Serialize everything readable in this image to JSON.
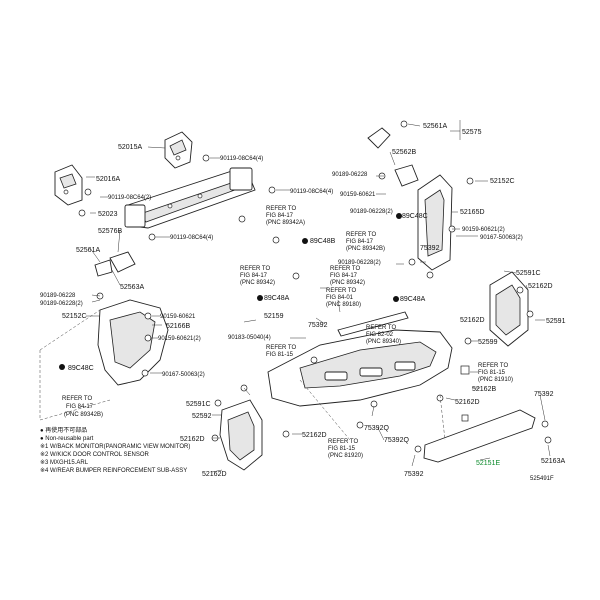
{
  "labels": {
    "l52015A": "52015A",
    "l90119_1": "90119-08C64(4)",
    "l52016A": "52016A",
    "l90119_2": "90119-08C64(2)",
    "l90119_3": "90119-08C64(4)",
    "l52023": "52023",
    "l90119_4": "90119-08C64(4)",
    "l52576B": "52576B",
    "l52561A_l": "52561A",
    "l52563A": "52563A",
    "l90189_l": "90189-06228",
    "l90189_l2": "90189-06228(2)",
    "l90159_l": "90159-60621",
    "l52166B": "52166B",
    "l52152C": "52152C",
    "l90159_l2": "90159-60621(2)",
    "l90167_l": "90167-50063(2)",
    "l89C48C_l": "89C48C",
    "l_ref84_17_l": "REFER TO",
    "l_ref84_17_l2": "FIG 84-17",
    "l_ref84_17_l3": "(PNC 89342B)",
    "l52561A_r": "52561A",
    "l52575": "52575",
    "l52562B": "52562B",
    "l90189_r": "90189-06228",
    "l90159_r": "90159-60621",
    "l52152C_r": "52152C",
    "l90189_r2": "90189-06228(2)",
    "l89C48C_r": "89C48C",
    "l52165D": "52165D",
    "l90159_r2": "90159-60621(2)",
    "l90167_r": "90167-50063(2)",
    "l75392_a": "75392",
    "l90189_r3": "90189-06228(2)",
    "l52591C_r": "52591C",
    "l52162D_r": "52162D",
    "l52591": "52591",
    "l52162D_r2": "52162D",
    "l52599": "52599",
    "l52162B": "52162B",
    "l52162D_c": "52162D",
    "l75392_b": "75392",
    "l52163A": "52163A",
    "l52151E": "52151E",
    "l75392_c": "75392",
    "l75392Q_a": "75392Q",
    "l75392Q_b": "75392Q",
    "l52159": "52159",
    "l90183": "90183-05040(4)",
    "l75392_d": "75392",
    "l89C48A": "89C48A",
    "l89C48A_r": "89C48A",
    "l89C48B": "89C48B",
    "l52591C_l": "52591C",
    "l52592": "52592",
    "l52162D_l": "52162D",
    "l52162D_l2": "52162D",
    "l52162D_bc": "52162D",
    "r84_17a_1": "REFER TO",
    "r84_17a_2": "FIG 84-17",
    "r84_17a_3": "(PNC 89342A)",
    "r84_17b_1": "REFER TO",
    "r84_17b_2": "FIG 84-17",
    "r84_17b_3": "(PNC 89342B)",
    "r84_17c_1": "REFER TO",
    "r84_17c_2": "FIG 84-17",
    "r84_17c_3": "(PNC 89342)",
    "r84_17d_1": "REFER TO",
    "r84_17d_2": "FIG 84-17",
    "r84_17d_3": "(PNC 89342)",
    "r84_01_1": "REFER TO",
    "r84_01_2": "FIG 84-01",
    "r84_01_3": "(PNC 89180)",
    "r82_02_1": "REFER TO",
    "r82_02_2": "FIG 82-02",
    "r82_02_3": "(PNC 89340)",
    "r81_15a_1": "REFER TO",
    "r81_15a_2": "FIG 81-15",
    "r81_15b_1": "REFER TO",
    "r81_15b_2": "FIG 81-15",
    "r81_15b_3": "(PNC 81910)",
    "r81_15c_1": "REFER TO",
    "r81_15c_2": "FIG 81-15",
    "r81_15c_3": "(PNC 81920)",
    "code": "525491F"
  },
  "legend": [
    "● 再使用不可部品",
    "● Non-reusable part",
    "※1 W/BACK MONITOR(PANORAMIC VIEW MONITOR)",
    "※2 W/KICK DOOR CONTROL SENSOR",
    "※3 MXGH15.ARL",
    "※4 W/REAR BUMPER REINFORCEMENT SUB-ASSY"
  ]
}
